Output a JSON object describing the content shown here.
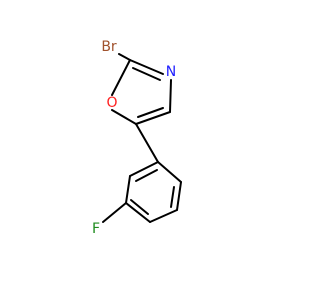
{
  "molecule": {
    "atoms": {
      "br": {
        "label": "Br",
        "color": "#A0522D"
      },
      "n": {
        "label": "N",
        "color": "#2020FF"
      },
      "o": {
        "label": "O",
        "color": "#FF2020"
      },
      "f": {
        "label": "F",
        "color": "#1E8B1E"
      }
    },
    "bond_color": "#000000"
  }
}
